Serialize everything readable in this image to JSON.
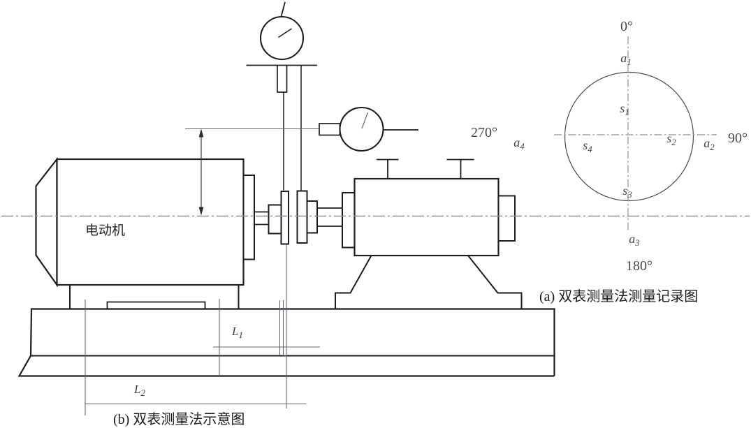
{
  "captions": {
    "schematic": "(b) 双表测量法示意图",
    "record": "(a) 双表测量法测量记录图"
  },
  "schematic": {
    "motor_label": "电动机",
    "dim_l1": {
      "base": "L",
      "sub": "1"
    },
    "dim_l2": {
      "base": "L",
      "sub": "2"
    }
  },
  "record": {
    "angle_0": "0°",
    "angle_90": "90°",
    "angle_180": "180°",
    "angle_270": "270°",
    "a1": {
      "base": "a",
      "sub": "1"
    },
    "a2": {
      "base": "a",
      "sub": "2"
    },
    "a3": {
      "base": "a",
      "sub": "3"
    },
    "a4": {
      "base": "a",
      "sub": "4"
    },
    "s1": {
      "base": "s",
      "sub": "1"
    },
    "s2": {
      "base": "s",
      "sub": "2"
    },
    "s3": {
      "base": "s",
      "sub": "3"
    },
    "s4": {
      "base": "s",
      "sub": "4"
    }
  },
  "colors": {
    "outline": "#1c1c24",
    "centerline": "#8e8e9a",
    "thin_line": "#62626e",
    "record_stroke": "#4a4a56",
    "label_text": "#45454f",
    "caption_text": "#1b1b1b",
    "background": "#ffffff"
  }
}
